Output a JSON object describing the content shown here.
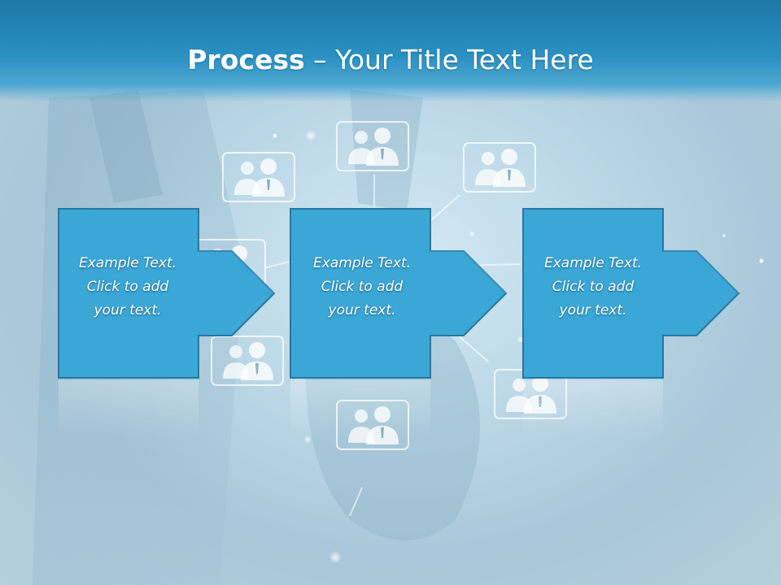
{
  "title": {
    "bold": "Process",
    "separator": " – ",
    "rest": "Your Title Text Here"
  },
  "steps": [
    {
      "line1": "Example Text.",
      "line2": "Click  to add",
      "line3": "your text."
    },
    {
      "line1": "Example Text.",
      "line2": "Click  to add",
      "line3": "your text."
    },
    {
      "line1": "Example Text.",
      "line2": "Click  to add",
      "line3": "your text."
    }
  ],
  "colors": {
    "title_bar": "#2a90c2",
    "step_fill": "#3ba7d6",
    "step_stroke": "#2677a3",
    "text": "#ffffff"
  },
  "icons": [
    "people-card-icon",
    "arrow-right-icon"
  ]
}
